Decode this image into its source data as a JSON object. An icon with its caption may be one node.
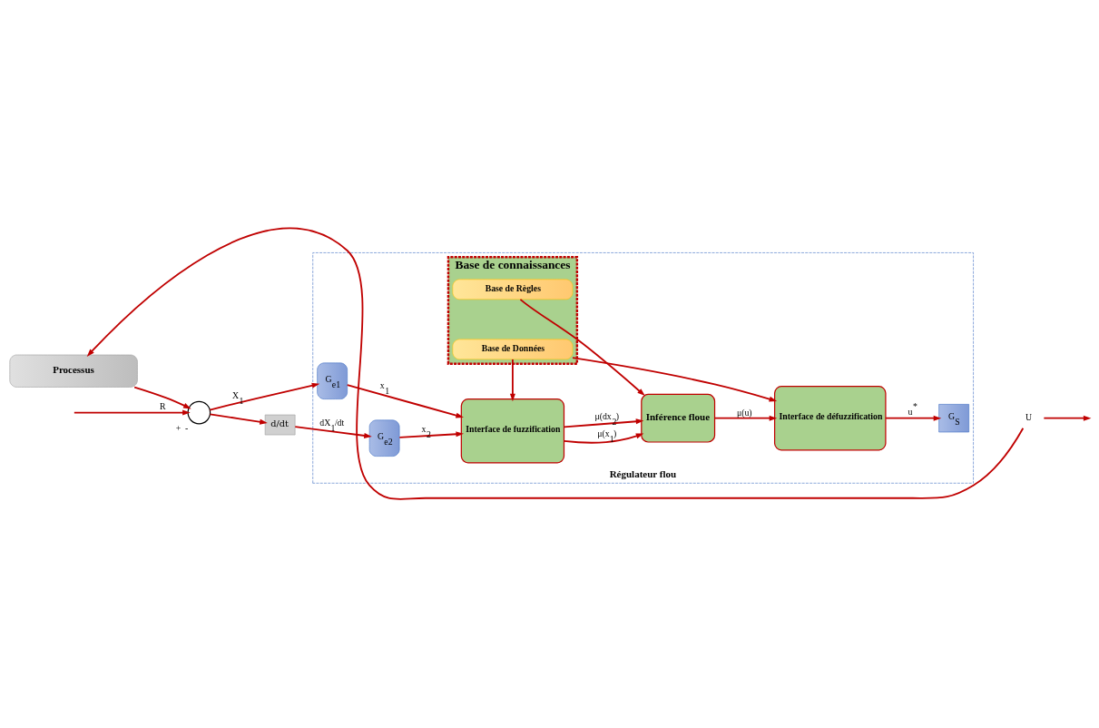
{
  "diagram": {
    "nodes": [
      {
        "text": [
          "Régulateur flou"
        ]
      },
      {
        "text": [
          "Base de connaissances"
        ],
        "in": 0
      },
      {
        "text": [
          "Base de Données"
        ],
        "in": 1
      },
      {
        "text": [
          "Base de Règles"
        ],
        "in": 1
      },
      {
        "text": [],
        "shape": "circle",
        "beside": [
          "+",
          "-"
        ]
      },
      {
        "text": [
          "d/dt"
        ]
      },
      {
        "text": [
          "G$_{e1}$"
        ],
        "in": 0
      },
      {
        "text": [
          "G$_{e2}$"
        ],
        "in": 0
      },
      {
        "text": [
          "Interface de fuzzification"
        ],
        "in": 0
      },
      {
        "text": [
          "Inférence floue"
        ],
        "in": 0
      },
      {
        "text": [
          "Interface de défuzzification"
        ],
        "in": 0
      },
      {
        "text": [
          "G$_{S}$"
        ],
        "in": 0
      },
      {
        "text": [
          "U"
        ]
      },
      {
        "text": [
          "Processus"
        ]
      }
    ],
    "edges": [
      {
        "from": null,
        "to": 4,
        "arrow": "to",
        "label": "R"
      },
      {
        "from": 4,
        "to": 6,
        "arrow": "to",
        "label": "X$_{1}$"
      },
      {
        "from": 4,
        "to": 5,
        "arrow": "to"
      },
      {
        "from": 5,
        "to": 7,
        "arrow": "to",
        "label": "dX$_{1}$/dt"
      },
      {
        "from": 6,
        "to": 8,
        "arrow": "to",
        "label": "x$_{1}$"
      },
      {
        "from": 7,
        "to": 8,
        "arrow": "to",
        "label": "x$_{2}$"
      },
      {
        "from": 2,
        "to": 8,
        "arrow": "to"
      },
      {
        "from": 2,
        "to": 10,
        "arrow": "to"
      },
      {
        "from": 3,
        "to": 9,
        "arrow": "to"
      },
      {
        "from": 8,
        "to": 9,
        "arrow": "to",
        "label": "μ(x$_{1}$)"
      },
      {
        "from": 8,
        "to": 9,
        "arrow": "to",
        "label": "μ(dx$_{2}$)"
      },
      {
        "from": 9,
        "to": 10,
        "arrow": "to",
        "label": "μ(u)"
      },
      {
        "from": 10,
        "to": 11,
        "arrow": "to",
        "label": "u$^{*}$"
      },
      {
        "from": 12,
        "to": null,
        "arrow": "to"
      },
      {
        "from": 12,
        "to": 13,
        "arrow": "to"
      },
      {
        "from": 13,
        "to": 4,
        "arrow": "to"
      }
    ]
  }
}
